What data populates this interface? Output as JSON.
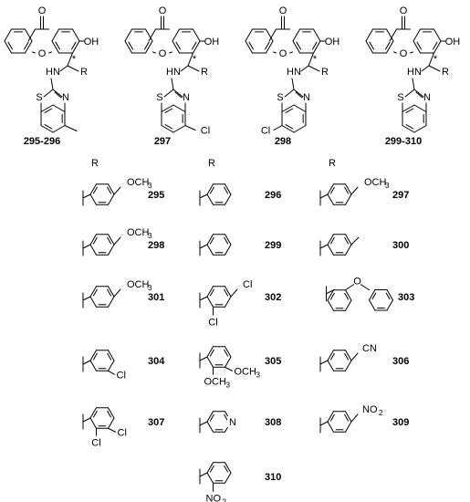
{
  "colors": {
    "ink": "#000000",
    "background": "#ffffff"
  },
  "atoms": {
    "O": "O",
    "OH": "OH",
    "HN": "HN",
    "R": "R",
    "star": "*",
    "S": "S",
    "N": "N",
    "Cl": "Cl",
    "CN": "CN",
    "OCH3": "OCH",
    "sub3": "3",
    "NO2": "NO",
    "sub2": "2"
  },
  "scaffolds": [
    {
      "substituent": "methyl",
      "label": "295-296"
    },
    {
      "substituent": "Cl",
      "label": "297"
    },
    {
      "substituent": "Cl",
      "label": "298"
    },
    {
      "substituent": "none",
      "label": "299-310"
    }
  ],
  "table": {
    "column_header": "R",
    "entries": [
      {
        "label": "295",
        "group": "4-OCH3-phenyl"
      },
      {
        "label": "296",
        "group": "phenyl"
      },
      {
        "label": "297",
        "group": "4-OCH3-phenyl"
      },
      {
        "label": "298",
        "group": "4-OCH3-phenyl"
      },
      {
        "label": "299",
        "group": "phenyl"
      },
      {
        "label": "300",
        "group": "4-methylphenyl"
      },
      {
        "label": "301",
        "group": "4-OCH3-phenyl"
      },
      {
        "label": "302",
        "group": "2,4-dichlorophenyl"
      },
      {
        "label": "303",
        "group": "3-phenoxyphenyl"
      },
      {
        "label": "304",
        "group": "3-chlorophenyl"
      },
      {
        "label": "305",
        "group": "2,3-dimethoxyphenyl"
      },
      {
        "label": "306",
        "group": "4-cyanophenyl"
      },
      {
        "label": "307",
        "group": "2,3-dichlorophenyl"
      },
      {
        "label": "308",
        "group": "4-pyridyl"
      },
      {
        "label": "309",
        "group": "4-nitrophenyl"
      },
      {
        "label": "310",
        "group": "2-nitrophenyl"
      }
    ]
  }
}
